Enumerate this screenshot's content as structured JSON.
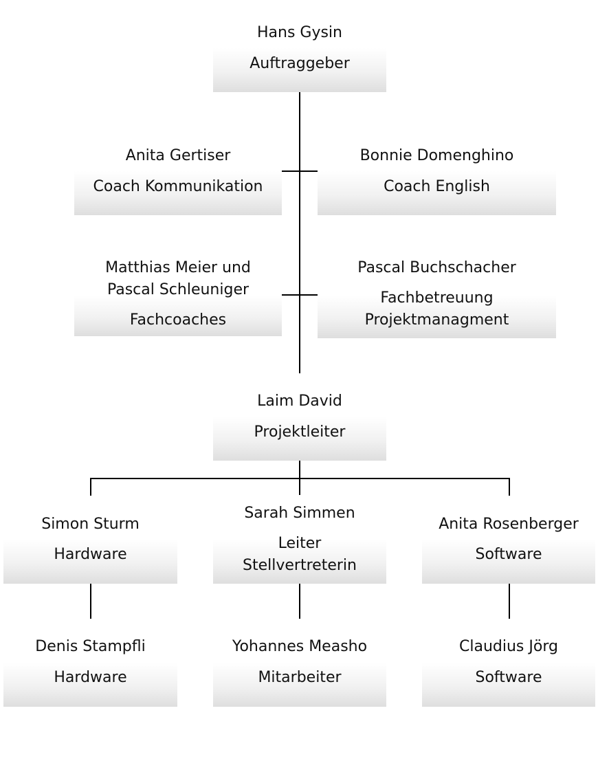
{
  "nodes": {
    "sponsor": {
      "name": "Hans Gysin",
      "role": "Auftraggeber"
    },
    "coach_comm": {
      "name": "Anita Gertiser",
      "role": "Coach Kommunikation"
    },
    "coach_en": {
      "name": "Bonnie Domenghino",
      "role": "Coach English"
    },
    "fachcoaches": {
      "name_line1": "Matthias Meier und",
      "name_line2": "Pascal Schleuniger",
      "role": "Fachcoaches"
    },
    "fachbetreuung": {
      "name": "Pascal Buchschacher",
      "role_line1": "Fachbetreuung",
      "role_line2": "Projektmanagment"
    },
    "lead": {
      "name": "Laim David",
      "role": "Projektleiter"
    },
    "hw1": {
      "name": "Simon Sturm",
      "role": "Hardware"
    },
    "deputy": {
      "name": "Sarah Simmen",
      "role_line1": "Leiter",
      "role_line2": "Stellvertreterin"
    },
    "sw1": {
      "name": "Anita Rosenberger",
      "role": "Software"
    },
    "hw2": {
      "name": "Denis Stampfli",
      "role": "Hardware"
    },
    "member": {
      "name": "Yohannes Measho",
      "role": "Mitarbeiter"
    },
    "sw2": {
      "name": "Claudius Jörg",
      "role": "Software"
    }
  }
}
